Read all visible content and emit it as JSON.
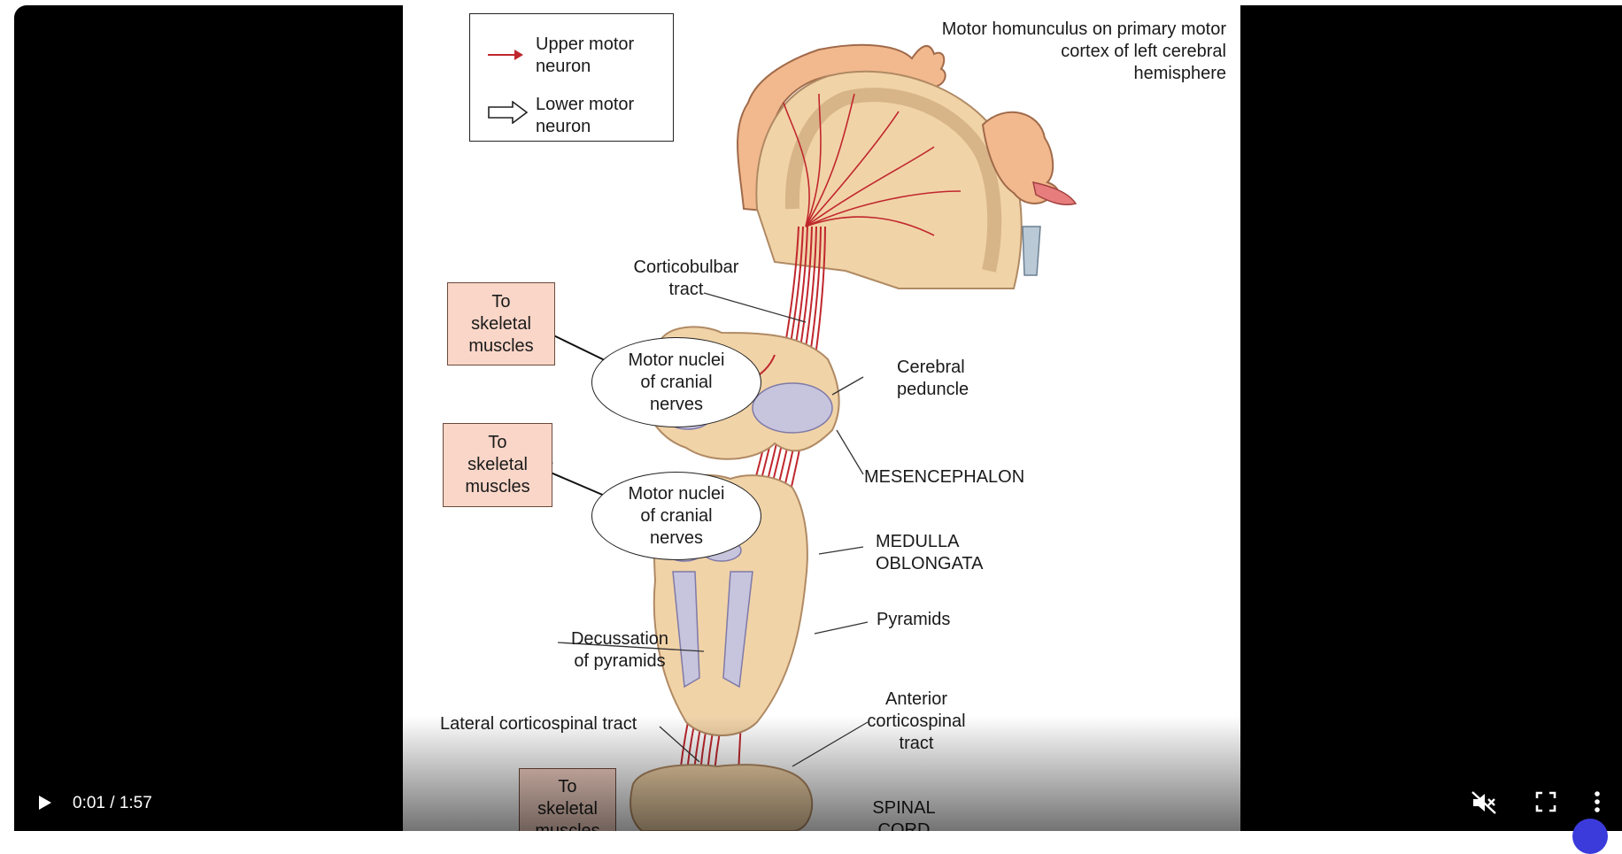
{
  "player": {
    "time": {
      "current": "0:01",
      "separator": " / ",
      "duration": "1:57"
    },
    "controls": {
      "play_icon": "play-icon",
      "mute_icon": "volume-muted-icon",
      "fullscreen_icon": "fullscreen-icon",
      "more_icon": "more-vertical-icon"
    }
  },
  "frame": {
    "legend": {
      "upper": "Upper motor\nneuron",
      "lower": "Lower motor\nneuron"
    },
    "labels": {
      "homunculus": "Motor homunculus on primary motor\ncortex of left cerebral\nhemisphere",
      "corticobulbar": "Corticobulbar\ntract",
      "cerebral_peduncle": "Cerebral\npeduncle",
      "mesencephalon": "MESENCEPHALON",
      "medulla": "MEDULLA\nOBLONGATA",
      "pyramids": "Pyramids",
      "decussation": "Decussation\nof pyramids",
      "anterior_tract": "Anterior\ncorticospinal\ntract",
      "lateral_tract": "Lateral corticospinal tract",
      "spinal_cord": "SPINAL\nCORD"
    },
    "boxes": {
      "box1": "To\nskeletal\nmuscles",
      "box2": "To\nskeletal\nmuscles",
      "box3": "To\nskeletal\nmuscles"
    },
    "ovals": {
      "oval1": "Motor nuclei\nof cranial\nnerves",
      "oval2": "Motor nuclei\nof cranial\nnerves"
    }
  },
  "colors": {
    "tract": "#c0272d",
    "tissue": "#f1d3a8",
    "gray_matter": "#c7c4dd",
    "box_fill": "#f9d6c8"
  }
}
